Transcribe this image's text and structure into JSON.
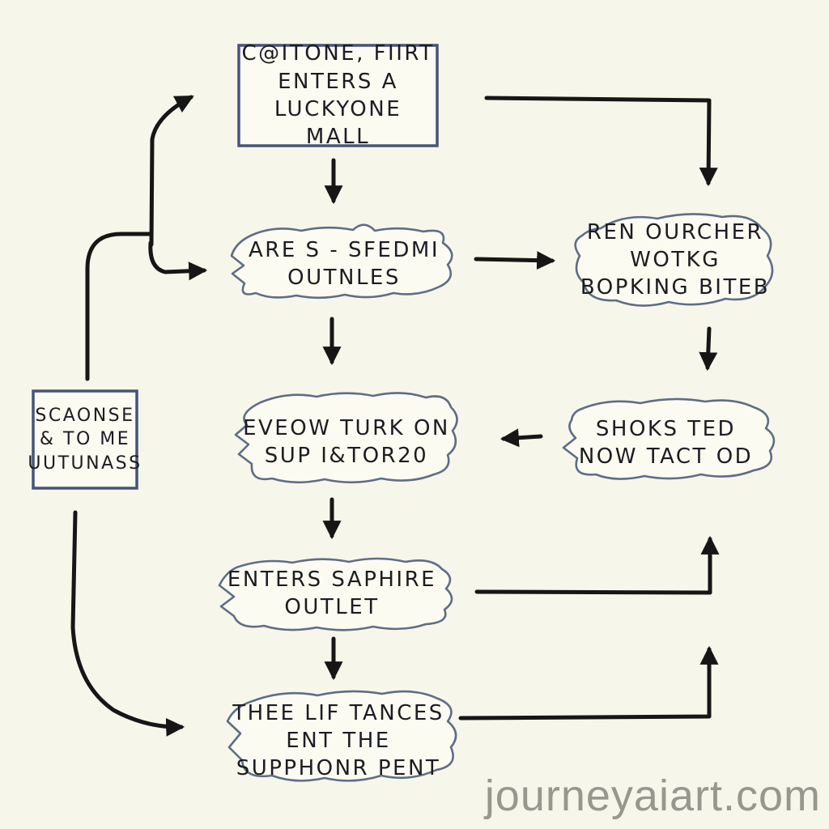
{
  "meta": {
    "background_color": "#f7f6ea",
    "arrow_color": "#161616",
    "rect_border_color": "#47547a",
    "blob_border_color": "#5f6d85",
    "node_fill_color": "#fcfbf2",
    "text_color": "#1c1c22",
    "watermark_color": "#98978e"
  },
  "nodes": {
    "start": {
      "line1": "C@ITONE, FIIRT",
      "line2": "ENTERS A",
      "line3": "LUCKYONE MALL"
    },
    "outlets": {
      "line1": "ARE S - SFEDMI",
      "line2": "OUTNLES"
    },
    "voucher": {
      "line1": "REN OURCHER",
      "line2": "WOTKG",
      "line3": "BOPKING BITEB"
    },
    "side": {
      "line1": "SCAONSE",
      "line2": "& TO ME",
      "line3": "UUTUNASS"
    },
    "escalator": {
      "line1": "EVEOW TURK ON",
      "line2": "SUP I&TOR20"
    },
    "shoks": {
      "line1": "SHOKS TED",
      "line2": "NOW TACT OD"
    },
    "saphire": {
      "line1": "ENTERS SAPHIRE",
      "line2": "OUTLET"
    },
    "exit": {
      "line1": "THEE LIF TANCES",
      "line2": "ENT THE",
      "line3": "SUPPHONR PENT"
    }
  },
  "edges": [
    {
      "from": "start",
      "to": "outlets"
    },
    {
      "from": "start",
      "to": "voucher"
    },
    {
      "from": "outlets",
      "to": "voucher"
    },
    {
      "from": "outlets",
      "to": "escalator"
    },
    {
      "from": "voucher",
      "to": "shoks"
    },
    {
      "from": "shoks",
      "to": "escalator"
    },
    {
      "from": "escalator",
      "to": "saphire"
    },
    {
      "from": "saphire",
      "to": "shoks"
    },
    {
      "from": "saphire",
      "to": "exit"
    },
    {
      "from": "exit",
      "to": "shoks"
    },
    {
      "from": "side",
      "to": "start"
    },
    {
      "from": "side",
      "to": "outlets"
    },
    {
      "from": "side",
      "to": "exit"
    }
  ],
  "watermark": {
    "text": "journeyaiart.com"
  }
}
